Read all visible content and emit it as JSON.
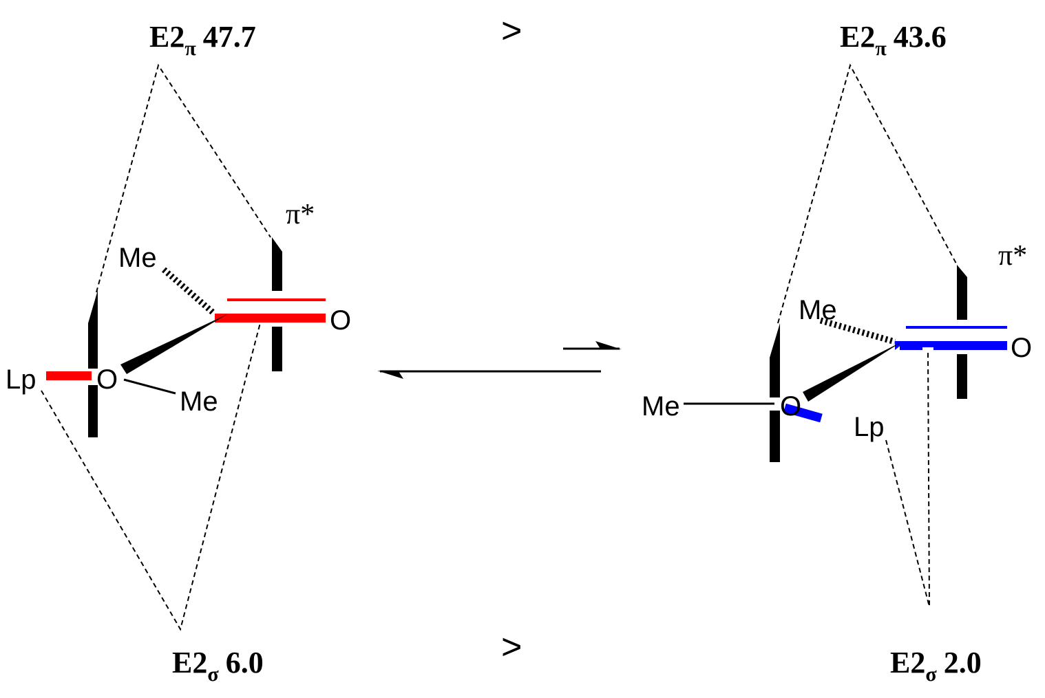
{
  "left": {
    "top_label": {
      "main": "E2",
      "sub": "π",
      "value": "47.7"
    },
    "bottom_label": {
      "main": "E2",
      "sub": "σ",
      "value": "6.0"
    },
    "atoms": {
      "pi_star": "π*",
      "me_hashed": "Me",
      "carbonyl_o": "O",
      "lp": "Lp",
      "ether_o": "O",
      "me_plain": "Me"
    },
    "color": "#ff0000"
  },
  "right": {
    "top_label": {
      "main": "E2",
      "sub": "π",
      "value": "43.6"
    },
    "bottom_label": {
      "main": "E2",
      "sub": "σ",
      "value": "2.0"
    },
    "atoms": {
      "pi_star": "π*",
      "me_hashed": "Me",
      "carbonyl_o": "O",
      "lp": "Lp",
      "ether_o": "O",
      "me_plain": "Me"
    },
    "color": "#0000ff"
  },
  "comparison": {
    "top": ">",
    "bottom": ">"
  }
}
